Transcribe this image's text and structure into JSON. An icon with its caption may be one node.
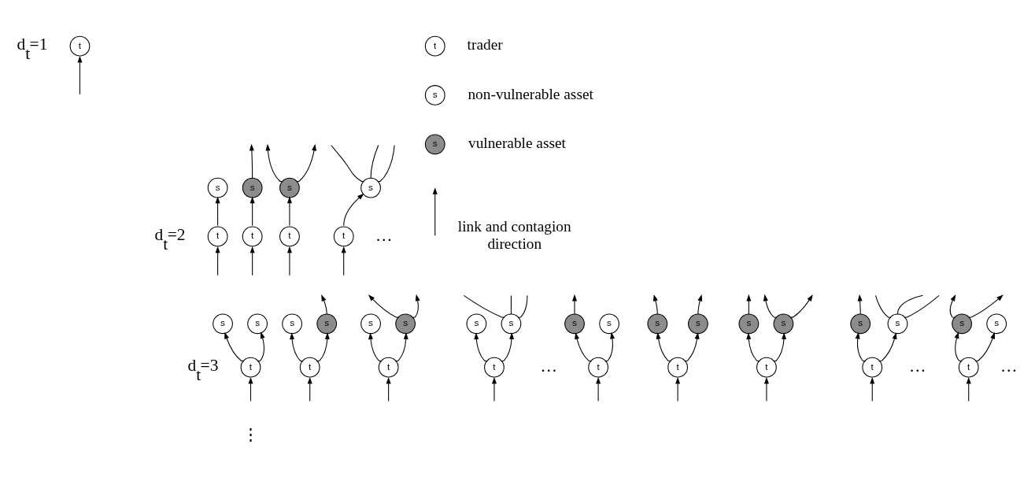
{
  "diagram": {
    "nodes": [
      {
        "text": [
          "t"
        ]
      },
      {
        "text": [
          "t"
        ]
      },
      {
        "text": [
          "s"
        ]
      },
      {
        "text": [
          "t"
        ]
      },
      {
        "text": [
          "s"
        ]
      },
      {
        "text": [
          "t"
        ]
      },
      {
        "text": [
          "s"
        ]
      },
      {
        "text": [
          "t"
        ]
      },
      {
        "text": [
          "s"
        ]
      },
      {
        "text": [
          "t"
        ]
      },
      {
        "text": [
          "s"
        ]
      },
      {
        "text": [
          "s"
        ]
      },
      {
        "text": [
          "t"
        ]
      },
      {
        "text": [
          "s"
        ]
      },
      {
        "text": [
          "s"
        ]
      },
      {
        "text": [
          "t"
        ]
      },
      {
        "text": [
          "s"
        ]
      },
      {
        "text": [
          "s"
        ]
      },
      {
        "text": [
          "t"
        ]
      },
      {
        "text": [
          "s"
        ]
      },
      {
        "text": [
          "s"
        ]
      },
      {
        "text": [
          "t"
        ]
      },
      {
        "text": [
          "s"
        ]
      },
      {
        "text": [
          "s"
        ]
      },
      {
        "text": [
          "t"
        ]
      },
      {
        "text": [
          "s"
        ]
      },
      {
        "text": [
          "s"
        ]
      },
      {
        "text": [
          "t"
        ]
      },
      {
        "text": [
          "s"
        ]
      },
      {
        "text": [
          "s"
        ]
      },
      {
        "text": [
          "t"
        ]
      },
      {
        "text": [
          "s"
        ]
      },
      {
        "text": [
          "s"
        ]
      },
      {
        "text": [
          "t"
        ]
      },
      {
        "text": [
          "s"
        ]
      },
      {
        "text": [
          "s"
        ]
      },
      {
        "text": [
          "t"
        ]
      },
      {
        "text": [
          "s"
        ]
      },
      {
        "text": [
          "s"
        ]
      }
    ],
    "edges": [
      {
        "from": null,
        "to": 0,
        "arrow": "to"
      },
      {
        "from": null,
        "to": 1,
        "arrow": "to"
      },
      {
        "from": 1,
        "to": 2,
        "arrow": "to"
      },
      {
        "from": null,
        "to": 3,
        "arrow": "to"
      },
      {
        "from": 3,
        "to": 4,
        "arrow": "to"
      },
      {
        "from": 4,
        "to": null,
        "arrow": "to"
      },
      {
        "from": null,
        "to": 5,
        "arrow": "to"
      },
      {
        "from": 5,
        "to": 6,
        "arrow": "to"
      },
      {
        "from": 6,
        "to": null,
        "arrow": "to"
      },
      {
        "from": 6,
        "to": null,
        "arrow": "to"
      },
      {
        "from": null,
        "to": 7,
        "arrow": "to"
      },
      {
        "from": 7,
        "to": 8,
        "arrow": "to"
      },
      {
        "from": 8,
        "to": null,
        "arrow": "none"
      },
      {
        "from": 8,
        "to": null,
        "arrow": "none"
      },
      {
        "from": 8,
        "to": null,
        "arrow": "none"
      },
      {
        "from": null,
        "to": 9,
        "arrow": "to"
      },
      {
        "from": 9,
        "to": 10,
        "arrow": "to"
      },
      {
        "from": 9,
        "to": 11,
        "arrow": "to"
      },
      {
        "from": null,
        "to": 12,
        "arrow": "to"
      },
      {
        "from": 12,
        "to": 13,
        "arrow": "to"
      },
      {
        "from": 12,
        "to": 14,
        "arrow": "to"
      },
      {
        "from": 14,
        "to": null,
        "arrow": "to"
      },
      {
        "from": null,
        "to": 15,
        "arrow": "to"
      },
      {
        "from": 15,
        "to": 16,
        "arrow": "to"
      },
      {
        "from": 15,
        "to": 17,
        "arrow": "to"
      },
      {
        "from": 17,
        "to": null,
        "arrow": "to"
      },
      {
        "from": 17,
        "to": null,
        "arrow": "to"
      },
      {
        "from": null,
        "to": 18,
        "arrow": "to"
      },
      {
        "from": 18,
        "to": 19,
        "arrow": "to"
      },
      {
        "from": 18,
        "to": 20,
        "arrow": "to"
      },
      {
        "from": 20,
        "to": null,
        "arrow": "none"
      },
      {
        "from": 20,
        "to": null,
        "arrow": "none"
      },
      {
        "from": 20,
        "to": null,
        "arrow": "none"
      },
      {
        "from": null,
        "to": 21,
        "arrow": "to"
      },
      {
        "from": 21,
        "to": 22,
        "arrow": "to"
      },
      {
        "from": 21,
        "to": 23,
        "arrow": "to"
      },
      {
        "from": 22,
        "to": null,
        "arrow": "to"
      },
      {
        "from": null,
        "to": 24,
        "arrow": "to"
      },
      {
        "from": 24,
        "to": 25,
        "arrow": "to"
      },
      {
        "from": 24,
        "to": 26,
        "arrow": "to"
      },
      {
        "from": 25,
        "to": null,
        "arrow": "to"
      },
      {
        "from": 26,
        "to": null,
        "arrow": "to"
      },
      {
        "from": null,
        "to": 27,
        "arrow": "to"
      },
      {
        "from": 27,
        "to": 28,
        "arrow": "to"
      },
      {
        "from": 27,
        "to": 29,
        "arrow": "to"
      },
      {
        "from": 28,
        "to": null,
        "arrow": "to"
      },
      {
        "from": 29,
        "to": null,
        "arrow": "to"
      },
      {
        "from": 29,
        "to": null,
        "arrow": "to"
      },
      {
        "from": null,
        "to": 30,
        "arrow": "to"
      },
      {
        "from": 30,
        "to": 31,
        "arrow": "to"
      },
      {
        "from": 30,
        "to": 32,
        "arrow": "to"
      },
      {
        "from": 31,
        "to": null,
        "arrow": "to"
      },
      {
        "from": 32,
        "to": null,
        "arrow": "none"
      },
      {
        "from": 32,
        "to": null,
        "arrow": "none"
      },
      {
        "from": 32,
        "to": null,
        "arrow": "none"
      },
      {
        "from": null,
        "to": 33,
        "arrow": "to"
      },
      {
        "from": 33,
        "to": 34,
        "arrow": "to"
      },
      {
        "from": 33,
        "to": 35,
        "arrow": "to"
      },
      {
        "from": 34,
        "to": null,
        "arrow": "to"
      },
      {
        "from": 34,
        "to": null,
        "arrow": "to"
      }
    ],
    "labels": [
      "d$_{t}$=1",
      "d$_{t}$=2",
      "…",
      "d$_{t}$=3",
      "…",
      "…",
      "…",
      "⋮"
    ],
    "legend": [
      {
        "text": "trader"
      },
      {
        "text": "non-vulnerable asset"
      },
      {
        "text": "vulnerable asset"
      },
      {
        "text": "link and contagion direction"
      }
    ]
  }
}
